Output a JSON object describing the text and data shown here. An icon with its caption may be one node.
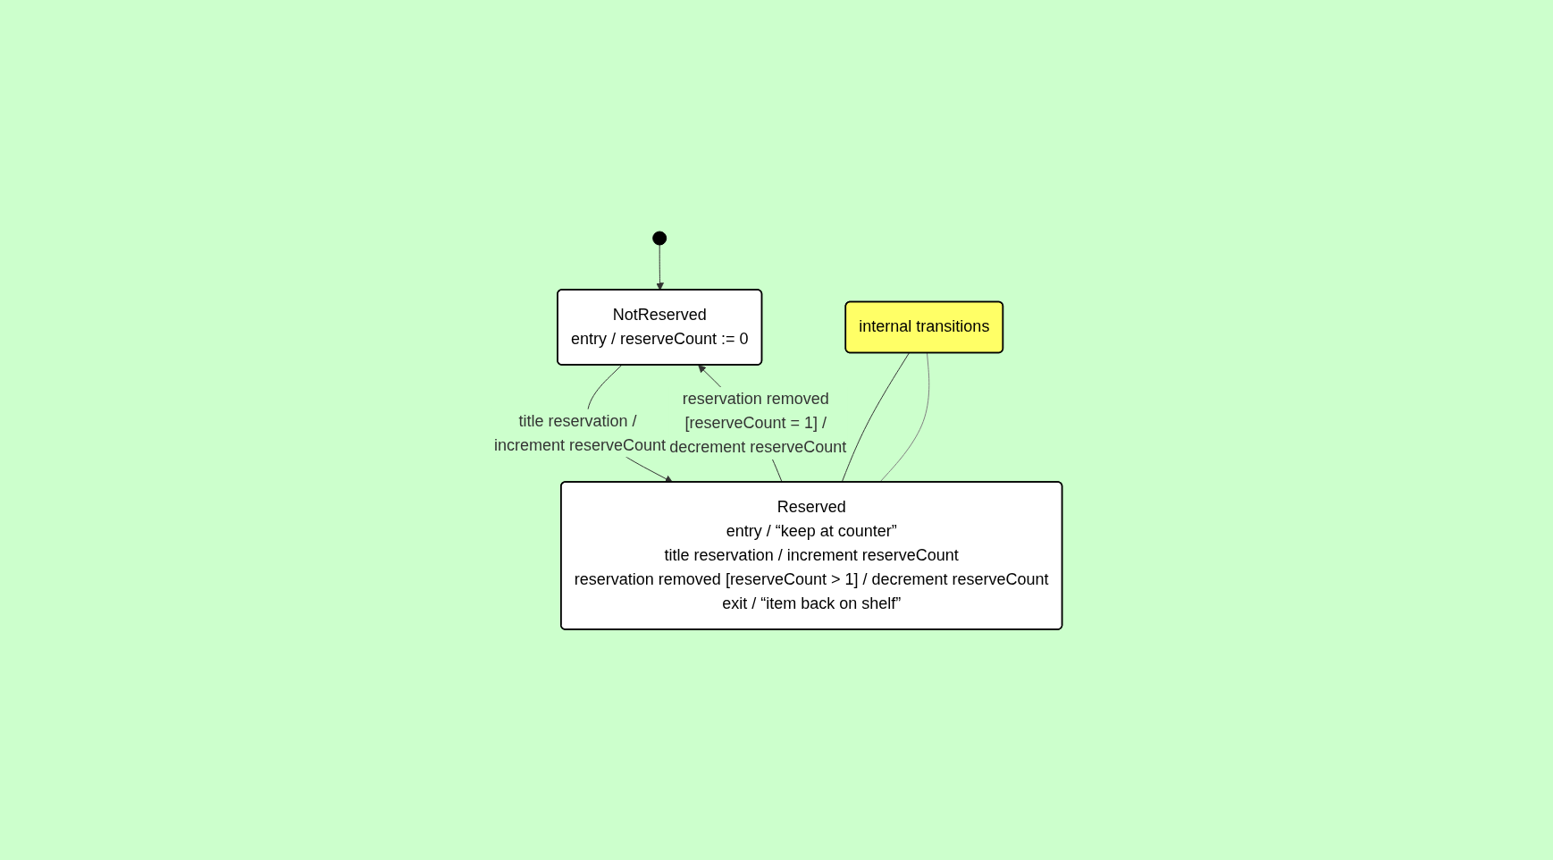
{
  "diagram": {
    "nodes": [
      {
        "text": [
          "NotReserved",
          "entry / reserveCount := 0"
        ]
      },
      {
        "text": [],
        "shape": "circle"
      },
      {
        "text": [
          "Reserved",
          "entry / “keep at counter”",
          "title reservation / increment reserveCount",
          "reservation removed [reserveCount > 1] / decrement reserveCount",
          "exit / “item back on shelf”"
        ]
      },
      {
        "text": [
          "internal transitions"
        ]
      }
    ],
    "edges": [
      {
        "from": 1,
        "to": 0,
        "arrow": "to"
      },
      {
        "from": 0,
        "to": 2,
        "arrow": "to",
        "label": "title reservation / increment reserveCount"
      },
      {
        "from": 2,
        "to": 0,
        "arrow": "to",
        "label": "reservation removed [reserveCount = 1] / decrement reserveCount"
      },
      {
        "from": 3,
        "to": 2,
        "arrow": "none"
      },
      {
        "from": 3,
        "to": 2,
        "arrow": "none",
        "color": "#808080"
      }
    ]
  }
}
